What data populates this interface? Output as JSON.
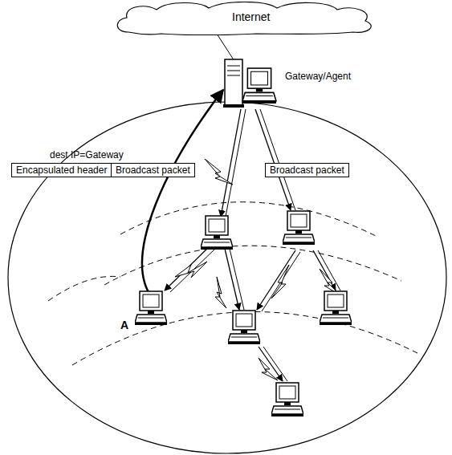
{
  "diagram": {
    "nodes": [
      {
        "text": [
          "Internet"
        ]
      },
      {
        "text": [
          "Encapsulated header"
        ]
      },
      {
        "text": [
          "Broadcast packet"
        ]
      },
      {
        "text": [
          "Broadcast packet"
        ]
      }
    ],
    "labels": [
      "Gateway/Agent",
      "dest IP=Gateway",
      "A"
    ]
  }
}
